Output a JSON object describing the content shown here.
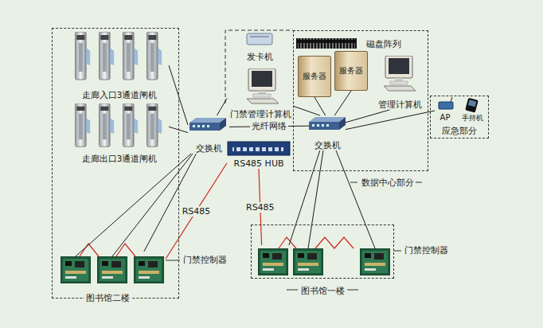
{
  "diagram": {
    "nodes": [
      {
        "text": [
          "图书馆二楼"
        ]
      },
      {
        "text": [
          "走廊入口3通道闸机"
        ],
        "in": 0
      },
      {
        "text": [
          "走廊出口3通道闸机"
        ],
        "in": 0
      },
      {
        "text": [
          "交换机"
        ]
      },
      {
        "text": [
          "门禁控制器"
        ],
        "in": 0
      },
      {
        "text": [
          "RS485 HUB"
        ]
      },
      {
        "text": [
          "发卡机"
        ]
      },
      {
        "text": [
          "门禁管理计算机"
        ]
      },
      {
        "text": [
          "数据中心部分"
        ]
      },
      {
        "text": [
          "磁盘阵列"
        ],
        "in": 8
      },
      {
        "text": [
          "服务器"
        ],
        "in": 8
      },
      {
        "text": [
          "服务器"
        ],
        "in": 8
      },
      {
        "text": [
          "管理计算机"
        ],
        "in": 8
      },
      {
        "text": [
          "交换机"
        ],
        "in": 8
      },
      {
        "text": [
          "应急部分"
        ]
      },
      {
        "text": [
          "AP"
        ],
        "in": 14
      },
      {
        "text": [
          "手持机"
        ],
        "in": 14
      },
      {
        "text": [
          "图书馆一楼"
        ]
      },
      {
        "text": [
          "门禁控制器"
        ],
        "in": 17
      }
    ],
    "edges": [
      {
        "from": 1,
        "to": 3,
        "arrow": "none"
      },
      {
        "from": 2,
        "to": 3,
        "arrow": "none"
      },
      {
        "from": 3,
        "to": 4,
        "arrow": "none"
      },
      {
        "from": 3,
        "to": 7,
        "arrow": "none"
      },
      {
        "from": 3,
        "to": 13,
        "label": "光纤网络",
        "arrow": "none"
      },
      {
        "from": 5,
        "to": 4,
        "label": "RS485",
        "arrow": "none"
      },
      {
        "from": 5,
        "to": 18,
        "label": "RS485",
        "arrow": "none"
      },
      {
        "from": 7,
        "to": 13,
        "arrow": "none"
      },
      {
        "from": 10,
        "to": 13,
        "arrow": "none"
      },
      {
        "from": 11,
        "to": 13,
        "arrow": "none"
      },
      {
        "from": 12,
        "to": 13,
        "arrow": "none"
      },
      {
        "from": 13,
        "to": 18,
        "arrow": "none"
      },
      {
        "from": 13,
        "to": 15,
        "arrow": "none"
      }
    ]
  }
}
